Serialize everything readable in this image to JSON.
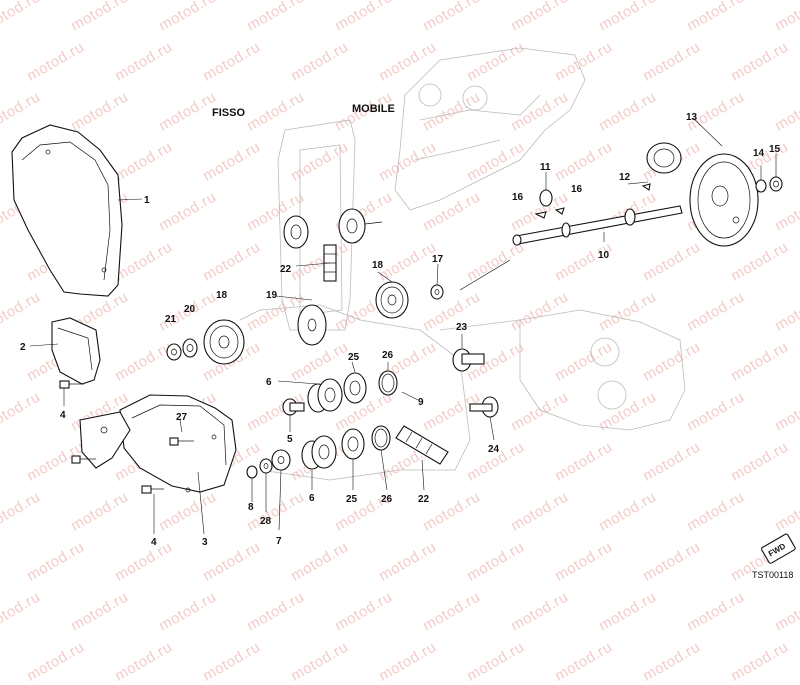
{
  "headers": {
    "fixed": "FISSO",
    "mobile": "MOBILE"
  },
  "watermark": {
    "text": "motod.ru"
  },
  "drawing_code": "TST00118",
  "fwd_badge": "FWD",
  "callouts": {
    "c1": "1",
    "c2": "2",
    "c3": "3",
    "c4a": "4",
    "c4b": "4",
    "c5": "5",
    "c6a": "6",
    "c6b": "6",
    "c7": "7",
    "c8": "8",
    "c9": "9",
    "c10": "10",
    "c11": "11",
    "c12": "12",
    "c13": "13",
    "c14": "14",
    "c15": "15",
    "c16a": "16",
    "c16b": "16",
    "c17": "17",
    "c18a": "18",
    "c18b": "18",
    "c19": "19",
    "c20": "20",
    "c21": "21",
    "c22a": "22",
    "c22b": "22",
    "c23": "23",
    "c24": "24",
    "c25a": "25",
    "c25b": "25",
    "c26a": "26",
    "c26b": "26",
    "c27": "27",
    "c28": "28"
  }
}
